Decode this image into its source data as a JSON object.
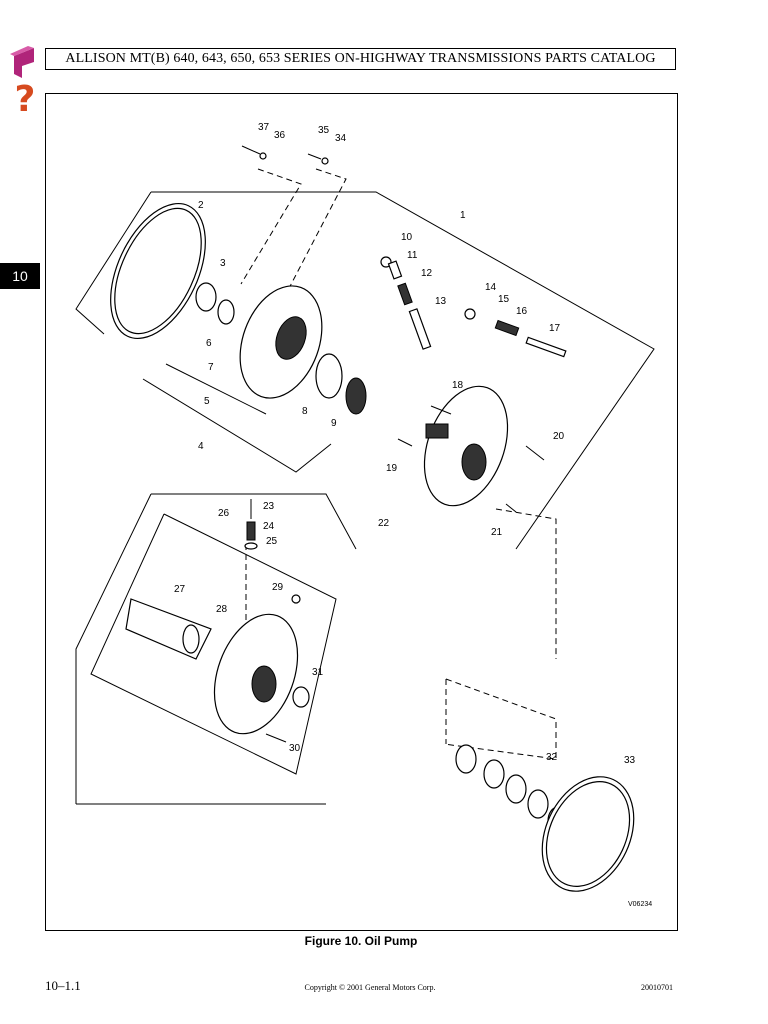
{
  "header": {
    "title": "ALLISON MT(B) 640, 643, 650, 653 SERIES ON-HIGHWAY TRANSMISSIONS PARTS CATALOG"
  },
  "navigation": {
    "bookmark_icon": "bookmark-icon",
    "help_icon": "help-icon",
    "help_symbol": "?",
    "section_tab": "10"
  },
  "figure": {
    "callouts": [
      "1",
      "2",
      "3",
      "4",
      "5",
      "6",
      "7",
      "8",
      "9",
      "10",
      "11",
      "12",
      "13",
      "14",
      "15",
      "16",
      "17",
      "18",
      "19",
      "20",
      "21",
      "22",
      "23",
      "24",
      "25",
      "26",
      "27",
      "28",
      "29",
      "30",
      "31",
      "32",
      "33",
      "34",
      "35",
      "36",
      "37"
    ],
    "drawing_id": "V06234",
    "caption": "Figure 10.  Oil Pump"
  },
  "footer": {
    "page_number": "10–1.1",
    "copyright": "Copyright © 2001 General Motors Corp.",
    "doc_code": "20010701"
  },
  "colors": {
    "help_icon": "#d64a1f",
    "bookmark_icon": "#b0247a",
    "section_tab_bg": "#000000"
  }
}
